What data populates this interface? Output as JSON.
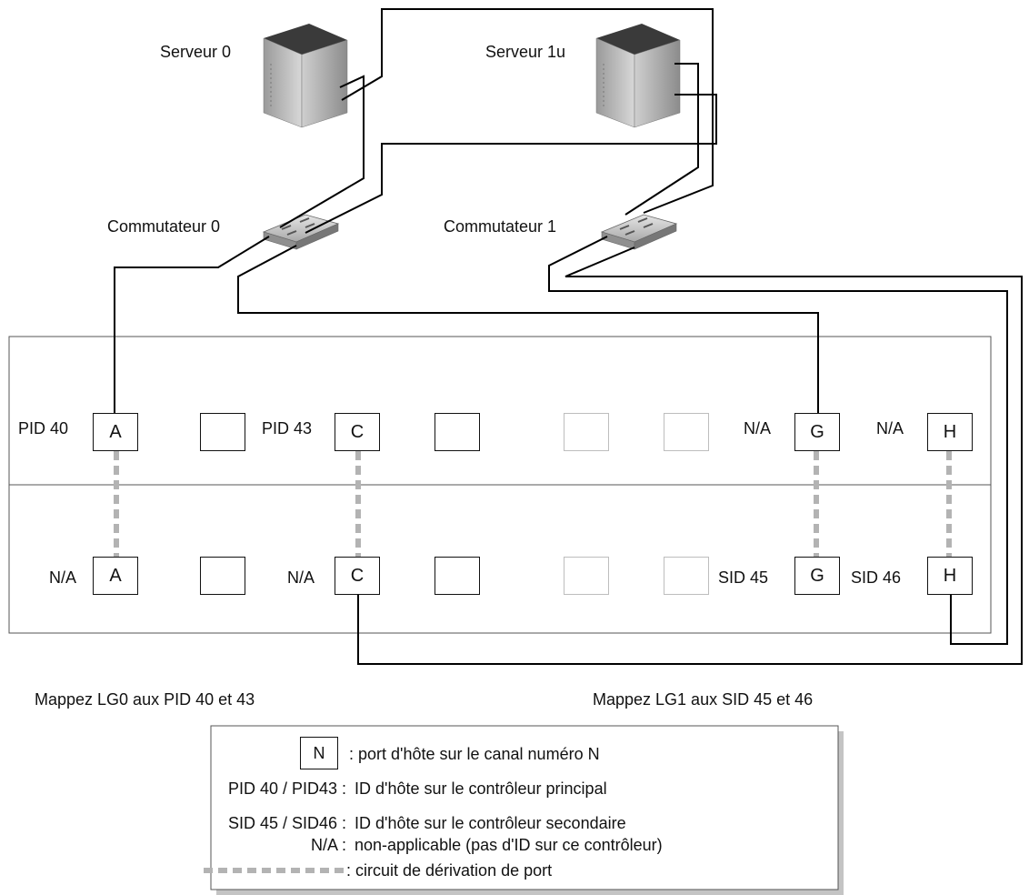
{
  "servers": [
    {
      "label": "Serveur 0",
      "icon": "server-tower-icon"
    },
    {
      "label": "Serveur 1u",
      "icon": "server-tower-icon"
    }
  ],
  "switches": [
    {
      "label": "Commutateur 0",
      "icon": "network-switch-icon"
    },
    {
      "label": "Commutateur 1",
      "icon": "network-switch-icon"
    }
  ],
  "controllers": {
    "primary": {
      "ports": [
        {
          "id": "PID 40",
          "name": "A"
        },
        {
          "id": "",
          "name": ""
        },
        {
          "id": "PID 43",
          "name": "C"
        },
        {
          "id": "",
          "name": ""
        },
        {
          "id": "",
          "name": ""
        },
        {
          "id": "",
          "name": ""
        },
        {
          "id": "N/A",
          "name": "G"
        },
        {
          "id": "N/A",
          "name": "H"
        }
      ]
    },
    "secondary": {
      "ports": [
        {
          "id": "N/A",
          "name": "A"
        },
        {
          "id": "",
          "name": ""
        },
        {
          "id": "N/A",
          "name": "C"
        },
        {
          "id": "",
          "name": ""
        },
        {
          "id": "",
          "name": ""
        },
        {
          "id": "",
          "name": ""
        },
        {
          "id": "SID 45",
          "name": "G"
        },
        {
          "id": "SID 46",
          "name": "H"
        }
      ]
    }
  },
  "captions": {
    "left": "Mappez LG0 aux PID 40 et 43",
    "right": "Mappez LG1 aux SID 45 et 46"
  },
  "legend": {
    "port_symbol": "N",
    "rows": [
      {
        "key": "",
        "desc": ": port d'hôte sur le canal numéro N"
      },
      {
        "key": "PID 40 / PID43 :",
        "desc": "ID d'hôte sur le contrôleur principal"
      },
      {
        "key": "SID 45 / SID46 :",
        "desc": "ID d'hôte sur le contrôleur secondaire"
      },
      {
        "key": "N/A :",
        "desc": "non-applicable (pas d'ID sur ce contrôleur)"
      },
      {
        "key": "",
        "desc": ": circuit de dérivation de port"
      }
    ]
  },
  "colors": {
    "cable": "#000000",
    "bypass": "#b3b3b3",
    "inactive_port": "#bdbdbd"
  }
}
